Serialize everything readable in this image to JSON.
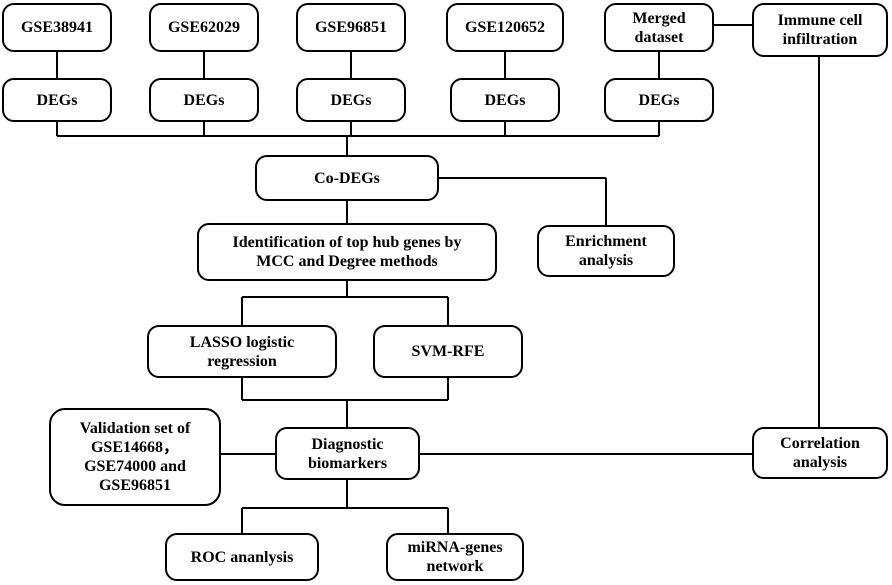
{
  "nodes": {
    "gse38941": "GSE38941",
    "gse62029": "GSE62029",
    "gse96851": "GSE96851",
    "gse120652": "GSE120652",
    "merged_dataset": "Merged\ndataset",
    "immune_cell_infiltration": "Immune cell\ninfiltration",
    "degs_1": "DEGs",
    "degs_2": "DEGs",
    "degs_3": "DEGs",
    "degs_4": "DEGs",
    "degs_5": "DEGs",
    "co_degs": "Co-DEGs",
    "hub_gene_identification": "Identification of top hub genes by\nMCC and Degree methods",
    "enrichment_analysis": "Enrichment\nanalysis",
    "lasso_regression": "LASSO logistic\nregression",
    "svm_rfe": "SVM-RFE",
    "validation_set": "Validation set of\nGSE14668，\nGSE74000 and\nGSE96851",
    "diagnostic_biomarkers": "Diagnostic\nbiomarkers",
    "correlation_analysis": "Correlation\nanalysis",
    "roc_analysis": "ROC ananlysis",
    "mirna_genes_network": "miRNA-genes\nnetwork"
  },
  "style": {
    "stroke_color": "#000000",
    "fill_color": "#ffffff"
  }
}
